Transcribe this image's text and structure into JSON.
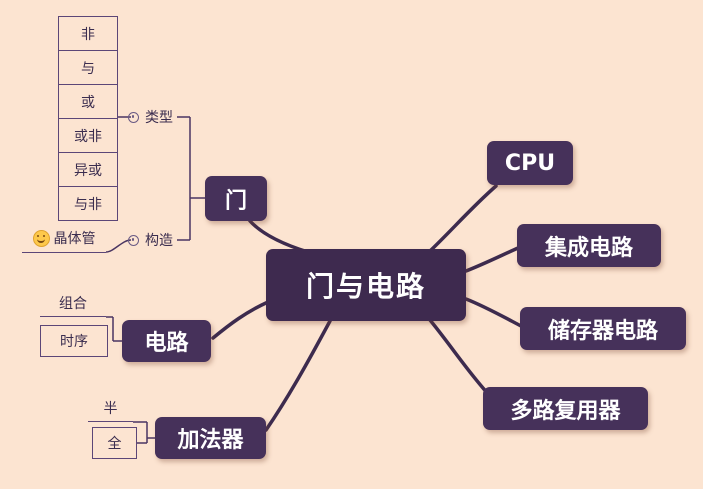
{
  "colors": {
    "background": "#fce4d1",
    "node_fill": "#46315a",
    "root_fill": "#3e2a4f",
    "node_text": "#ffffff",
    "line": "#3d2b4e",
    "leaf_text": "#3b2d4f"
  },
  "root": {
    "label": "门与电路"
  },
  "branches": {
    "men": {
      "label": "门"
    },
    "dianlu": {
      "label": "电路"
    },
    "jiafaqi": {
      "label": "加法器"
    }
  },
  "subs": {
    "leixing": {
      "label": "类型"
    },
    "gouzao": {
      "label": "构造"
    },
    "jingtiguan": {
      "label": "晶体管"
    },
    "zuhe": {
      "label": "组合"
    },
    "shixu": {
      "label": "时序"
    },
    "ban": {
      "label": "半"
    },
    "quan": {
      "label": "全"
    }
  },
  "gate_types": [
    "非",
    "与",
    "或",
    "或非",
    "异或",
    "与非"
  ],
  "right_nodes": [
    "CPU",
    "集成电路",
    "储存器电路",
    "多路复用器"
  ],
  "icons": {
    "bullet": "circle-dot-icon",
    "smiley": "smiley-face-icon"
  }
}
